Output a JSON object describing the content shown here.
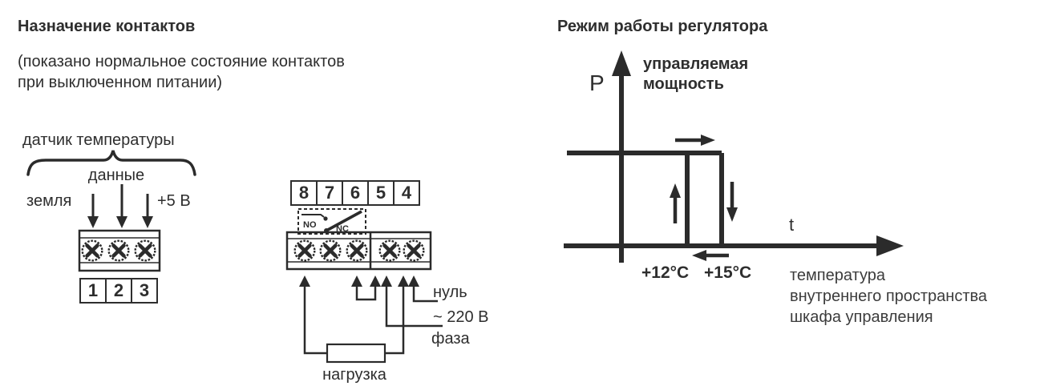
{
  "left_panel": {
    "title": "Назначение контактов",
    "subtitle": "(показано нормальное состояние контактов\nпри выключенном питании)",
    "sensor_block": {
      "group_label": "датчик температуры",
      "data_label": "данные",
      "ground_label": "земля",
      "plus5v_label": "+5 В",
      "terminal_numbers": [
        "1",
        "2",
        "3"
      ]
    },
    "relay_block": {
      "terminal_numbers": [
        "8",
        "7",
        "6",
        "5",
        "4"
      ],
      "no_label": "NO",
      "nc_label": "NC",
      "neutral_label": "нуль",
      "voltage_label": "~ 220 В",
      "phase_label": "фаза",
      "load_label": "нагрузка"
    }
  },
  "right_panel": {
    "title": "Режим работы регулятора",
    "graph": {
      "type": "line",
      "y_axis_symbol": "P",
      "y_axis_description": "управляемая\nмощность",
      "x_axis_symbol": "t",
      "x_axis_description": "температура\nвнутреннего пространства\nшкафа управления",
      "turn_on_threshold": "+12°C",
      "turn_off_threshold": "+15°C",
      "behavior": "hysteresis: power high below +12°C, drops at +15°C"
    }
  },
  "colors": {
    "ink": "#2b2b2b",
    "background": "#ffffff"
  }
}
